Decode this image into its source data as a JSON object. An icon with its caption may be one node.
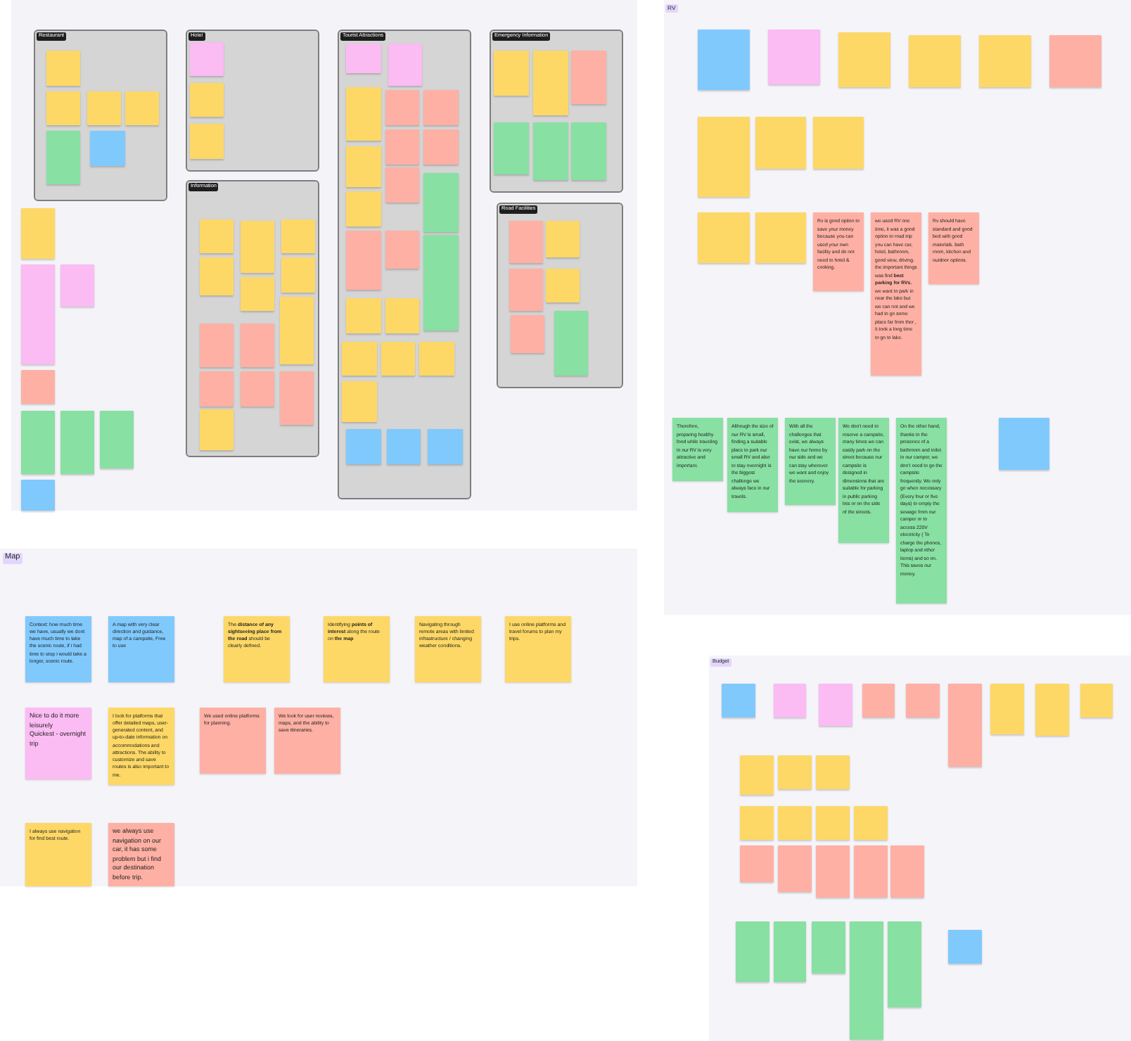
{
  "diagram": {
    "nodes": [
      {
        "text": [
          "Restaurant"
        ]
      },
      {
        "text": [],
        "shape": "box",
        "in": 0
      },
      {
        "text": [],
        "shape": "box",
        "in": 0
      },
      {
        "text": [],
        "shape": "box",
        "in": 0
      },
      {
        "text": [],
        "shape": "box",
        "in": 0
      },
      {
        "text": [],
        "shape": "box",
        "in": 0
      },
      {
        "text": [],
        "shape": "box",
        "in": 0
      },
      {
        "text": [
          "Hotel"
        ]
      },
      {
        "text": [],
        "shape": "box",
        "in": 7
      },
      {
        "text": [],
        "shape": "box",
        "in": 7
      },
      {
        "text": [],
        "shape": "box",
        "in": 7
      },
      {
        "text": [
          "Information"
        ]
      },
      {
        "text": [],
        "shape": "box",
        "in": 11
      },
      {
        "text": [],
        "shape": "box",
        "in": 11
      },
      {
        "text": [],
        "shape": "box",
        "in": 11
      },
      {
        "text": [],
        "shape": "box",
        "in": 11
      },
      {
        "text": [],
        "shape": "box",
        "in": 11
      },
      {
        "text": [],
        "shape": "box",
        "in": 11
      },
      {
        "text": [],
        "shape": "box",
        "in": 11
      },
      {
        "text": [],
        "shape": "box",
        "in": 11
      },
      {
        "text": [],
        "shape": "box",
        "in": 11
      },
      {
        "text": [],
        "shape": "box",
        "in": 11
      },
      {
        "text": [],
        "shape": "box",
        "in": 11
      },
      {
        "text": [],
        "shape": "box",
        "in": 11
      },
      {
        "text": [],
        "shape": "box",
        "in": 11
      },
      {
        "text": [],
        "shape": "box"
      },
      {
        "text": [],
        "shape": "box"
      },
      {
        "text": [],
        "shape": "box"
      },
      {
        "text": [],
        "shape": "box"
      },
      {
        "text": [],
        "shape": "box"
      },
      {
        "text": [],
        "shape": "box"
      },
      {
        "text": [],
        "shape": "box"
      },
      {
        "text": [],
        "shape": "box"
      },
      {
        "text": [
          "Tourist Attractions"
        ]
      },
      {
        "text": [],
        "shape": "box",
        "in": 33
      },
      {
        "text": [],
        "shape": "box",
        "in": 33
      },
      {
        "text": [],
        "shape": "box",
        "in": 33
      },
      {
        "text": [],
        "shape": "box",
        "in": 33
      },
      {
        "text": [],
        "shape": "box",
        "in": 33
      },
      {
        "text": [],
        "shape": "box",
        "in": 33
      },
      {
        "text": [],
        "shape": "box",
        "in": 33
      },
      {
        "text": [],
        "shape": "box",
        "in": 33
      },
      {
        "text": [],
        "shape": "box",
        "in": 33
      },
      {
        "text": [],
        "shape": "box",
        "in": 33
      },
      {
        "text": [],
        "shape": "box",
        "in": 33
      },
      {
        "text": [],
        "shape": "box",
        "in": 33
      },
      {
        "text": [],
        "shape": "box",
        "in": 33
      },
      {
        "text": [],
        "shape": "box",
        "in": 33
      },
      {
        "text": [],
        "shape": "box",
        "in": 33
      },
      {
        "text": [],
        "shape": "box",
        "in": 33
      },
      {
        "text": [],
        "shape": "box",
        "in": 33
      },
      {
        "text": [],
        "shape": "box",
        "in": 33
      },
      {
        "text": [],
        "shape": "box",
        "in": 33
      },
      {
        "text": [],
        "shape": "box",
        "in": 33
      },
      {
        "text": [],
        "shape": "box",
        "in": 33
      },
      {
        "text": [],
        "shape": "box",
        "in": 33
      },
      {
        "text": [],
        "shape": "box",
        "in": 33
      },
      {
        "text": [
          "Emergency Information"
        ]
      },
      {
        "text": [],
        "shape": "box",
        "in": 57
      },
      {
        "text": [],
        "shape": "box",
        "in": 57
      },
      {
        "text": [],
        "shape": "box",
        "in": 57
      },
      {
        "text": [],
        "shape": "box",
        "in": 57
      },
      {
        "text": [],
        "shape": "box",
        "in": 57
      },
      {
        "text": [],
        "shape": "box",
        "in": 57
      },
      {
        "text": [
          "Road Facilities"
        ]
      },
      {
        "text": [],
        "shape": "box",
        "in": 64
      },
      {
        "text": [],
        "shape": "box",
        "in": 64
      },
      {
        "text": [],
        "shape": "box",
        "in": 64
      },
      {
        "text": [],
        "shape": "box",
        "in": 64
      },
      {
        "text": [],
        "shape": "box",
        "in": 64
      },
      {
        "text": [],
        "shape": "box",
        "in": 64
      },
      {
        "text": [
          "RV"
        ]
      },
      {
        "text": [],
        "shape": "box",
        "in": 71
      },
      {
        "text": [],
        "shape": "box",
        "in": 71
      },
      {
        "text": [],
        "shape": "box",
        "in": 71
      },
      {
        "text": [],
        "shape": "box",
        "in": 71
      },
      {
        "text": [],
        "shape": "box",
        "in": 71
      },
      {
        "text": [],
        "shape": "box",
        "in": 71
      },
      {
        "text": [],
        "shape": "box",
        "in": 71
      },
      {
        "text": [],
        "shape": "box",
        "in": 71
      },
      {
        "text": [],
        "shape": "box",
        "in": 71
      },
      {
        "text": [],
        "shape": "box",
        "in": 71
      },
      {
        "text": [],
        "shape": "box",
        "in": 71
      },
      {
        "text": [
          "Rv is good option to save your money because you can used your own facility and do not need to hotel & cooking."
        ],
        "in": 71
      },
      {
        "text": [
          "we used RV one time, it was a good option to road trip you can have car, hotel, bathroom, good view, driving. the important things was find **best parking for RVs.**",
          "we want to park in near the lake but we can not and we had to go some place far from ther , it took a long time to go to lake."
        ],
        "in": 71
      },
      {
        "text": [
          "Rv should have standard and good bed with good materials. bath room, kitchen and outdoor options."
        ],
        "in": 71
      },
      {
        "text": [
          "Therefore, preparing healthy food while traveling in our RV is very attractive and important."
        ],
        "in": 71
      },
      {
        "text": [
          "Although the size of our RV is small, finding a suitable place to park our small RV and also to stay overnight is the biggest challenge we always face in our travels."
        ],
        "in": 71
      },
      {
        "text": [
          "With all the challenges that exist, we always have our home by our side and we can stay wherever we want and enjoy the scenery."
        ],
        "in": 71
      },
      {
        "text": [
          "We don't need to reserve a campsite, many times we can easily park on the street because our campsite is designed in dimensions that are suitable for parking in public parking lots or on the side of the streets."
        ],
        "in": 71
      },
      {
        "text": [
          "On the other hand, thanks to the presence of a bathroom and toilet in our camper, we don't need to go the campsite frequently. We only go when necessary (Every four or five days) to empty the sewage from our camper or to access 220V electricity ( To charge the phones, laptop and other items) and so on. This saves our money."
        ],
        "in": 71
      },
      {
        "text": [],
        "shape": "box",
        "in": 71
      },
      {
        "text": [
          "Map"
        ]
      },
      {
        "text": [
          "Context: how much time we have, usually we dont have much time to take the scenic route, if i had time to stop i would take a longer, scenic route."
        ],
        "in": 92
      },
      {
        "text": [
          "A map with very clear direction and guidance, map of a campsite, Free to use"
        ],
        "in": 92
      },
      {
        "text": [
          "The **distance of any sightseeing place from the road** should be clearly defined."
        ],
        "in": 92
      },
      {
        "text": [
          "Identifying **points of interest** along the route on **the map**"
        ],
        "in": 92
      },
      {
        "text": [
          "Navigating through remote areas with limited infrastructure / changing weather conditions."
        ],
        "in": 92
      },
      {
        "text": [
          "I use online platforms and travel forums to plan my trips."
        ],
        "in": 92
      },
      {
        "text": [
          "Nice to do it more leisurely",
          "Quickest - overnight trip"
        ],
        "in": 92
      },
      {
        "text": [
          "I look for platforms that offer detailed maps, user-generated content, and up-to-date information on accommodations and attractions. The ability to customize and save routes is also important to me."
        ],
        "in": 92
      },
      {
        "text": [
          "We used online platforms for planning."
        ],
        "in": 92
      },
      {
        "text": [
          "We look for user reviews, maps, and the ability to save itineraries."
        ],
        "in": 92
      },
      {
        "text": [
          "I always use navigation for find best route."
        ],
        "in": 92
      },
      {
        "text": [
          "we always use navigation on our car, it has some problem but i find our destination before trip."
        ],
        "in": 92
      },
      {
        "text": [
          "Budget"
        ]
      },
      {
        "text": [],
        "shape": "box",
        "in": 105
      },
      {
        "text": [],
        "shape": "box",
        "in": 105
      },
      {
        "text": [],
        "shape": "box",
        "in": 105
      },
      {
        "text": [],
        "shape": "box",
        "in": 105
      },
      {
        "text": [],
        "shape": "box",
        "in": 105
      },
      {
        "text": [],
        "shape": "box",
        "in": 105
      },
      {
        "text": [],
        "shape": "box",
        "in": 105
      },
      {
        "text": [],
        "shape": "box",
        "in": 105
      },
      {
        "text": [],
        "shape": "box",
        "in": 105
      },
      {
        "text": [],
        "shape": "box",
        "in": 105
      },
      {
        "text": [],
        "shape": "box",
        "in": 105
      },
      {
        "text": [],
        "shape": "box",
        "in": 105
      },
      {
        "text": [],
        "shape": "box",
        "in": 105
      },
      {
        "text": [],
        "shape": "box",
        "in": 105
      },
      {
        "text": [],
        "shape": "box",
        "in": 105
      },
      {
        "text": [],
        "shape": "box",
        "in": 105
      },
      {
        "text": [],
        "shape": "box",
        "in": 105
      },
      {
        "text": [],
        "shape": "box",
        "in": 105
      },
      {
        "text": [],
        "shape": "box",
        "in": 105
      },
      {
        "text": [],
        "shape": "box",
        "in": 105
      },
      {
        "text": [],
        "shape": "box",
        "in": 105
      },
      {
        "text": [],
        "shape": "box",
        "in": 105
      },
      {
        "text": [],
        "shape": "box",
        "in": 105
      },
      {
        "text": [],
        "shape": "box",
        "in": 105
      },
      {
        "text": [],
        "shape": "box",
        "in": 105
      },
      {
        "text": [],
        "shape": "box",
        "in": 105
      },
      {
        "text": [],
        "shape": "box",
        "in": 105
      }
    ]
  }
}
